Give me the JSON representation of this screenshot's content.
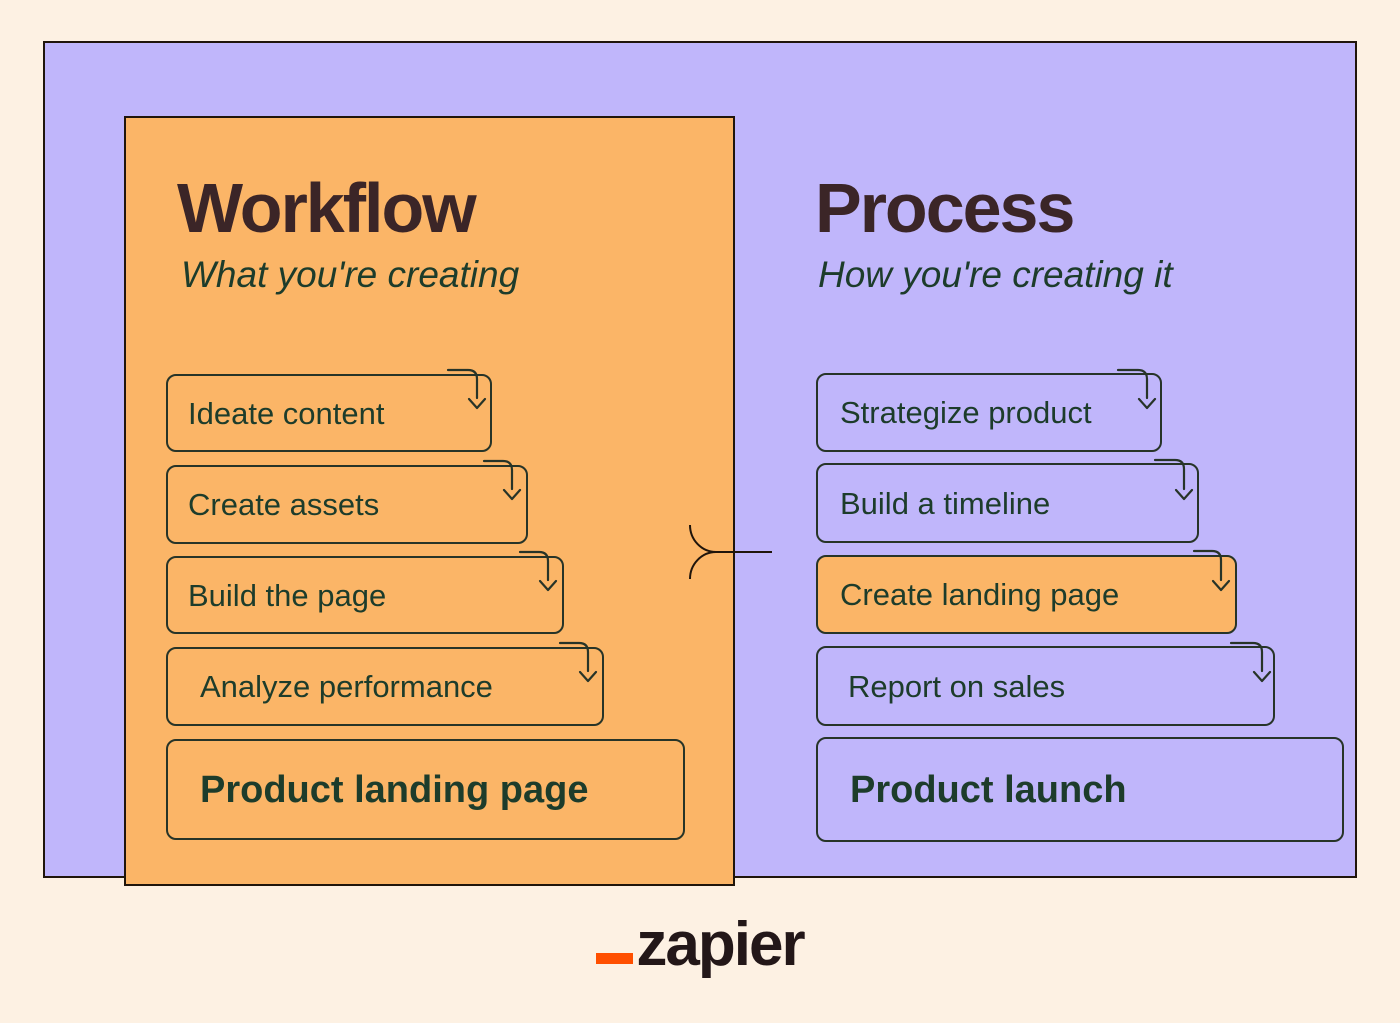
{
  "colors": {
    "background": "#FDF1E3",
    "purple_panel": "#C0B6FB",
    "orange_panel": "#FBB567",
    "outer_border": "#20150B",
    "step_border": "#273428",
    "title_brown": "#3B2527",
    "text_green": "#1D3C2B",
    "logo_orange": "#FF4F00",
    "logo_dark": "#231718"
  },
  "workflow": {
    "title": "Workflow",
    "subtitle": "What you're creating",
    "boxes": [
      {
        "label": "Ideate content"
      },
      {
        "label": "Create assets"
      },
      {
        "label": "Build the page"
      },
      {
        "label": "Analyze performance"
      },
      {
        "label": "Product landing page"
      }
    ]
  },
  "process": {
    "title": "Process",
    "subtitle": "How you're creating it",
    "boxes": [
      {
        "label": "Strategize product"
      },
      {
        "label": "Build a timeline"
      },
      {
        "label": "Create landing page"
      },
      {
        "label": "Report on sales"
      },
      {
        "label": "Product launch"
      }
    ]
  },
  "logo": {
    "text": "zapier"
  }
}
